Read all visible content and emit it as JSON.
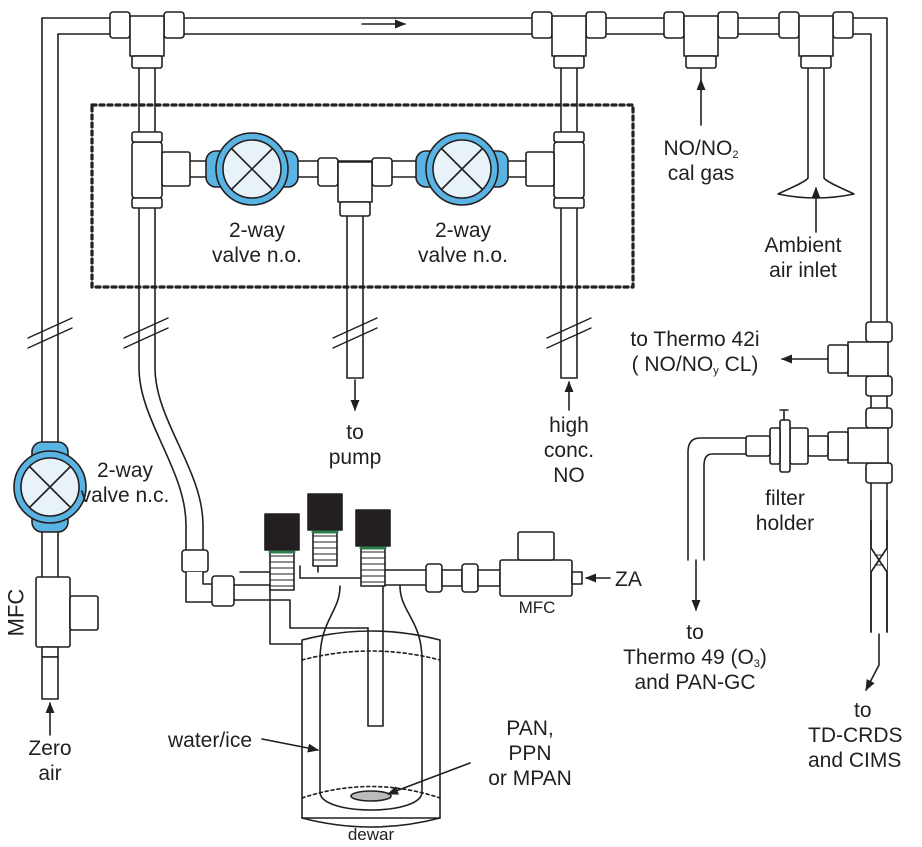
{
  "labels": {
    "valve_left_l1": "2-way",
    "valve_left_l2": "valve n.o.",
    "valve_right_l1": "2-way",
    "valve_right_l2": "valve n.o.",
    "valve_nc_l1": "2-way",
    "valve_nc_l2": "valve n.c.",
    "mfc_left": "MFC",
    "mfc_right": "MFC",
    "zero_air_l1": "Zero",
    "zero_air_l2": "air",
    "to_pump_l1": "to",
    "to_pump_l2": "pump",
    "high_no_l1": "high",
    "high_no_l2": "conc.",
    "high_no_l3": "NO",
    "cal_gas_l1_main": "NO/NO",
    "cal_gas_l1_sub": "2",
    "cal_gas_l2": "cal gas",
    "ambient_l1": "Ambient",
    "ambient_l2": "air inlet",
    "thermo42_l1": "to Thermo 42i",
    "thermo42_l2_a": "( NO/NO",
    "thermo42_l2_sub": "y",
    "thermo42_l2_b": " CL)",
    "filter_l1": "filter",
    "filter_l2": "holder",
    "za": "ZA",
    "thermo49_l1": "to",
    "thermo49_l2_a": "Thermo 49 (O",
    "thermo49_l2_sub": "3",
    "thermo49_l2_b": ")",
    "thermo49_l3": "and PAN-GC",
    "tdcrds_l1": "to",
    "tdcrds_l2": "TD-CRDS",
    "tdcrds_l3": "and CIMS",
    "water_ice": "water/ice",
    "pan_l1": "PAN,",
    "pan_l2": "PPN",
    "pan_l3": "or MPAN",
    "dewar": "dewar"
  },
  "colors": {
    "line": "#231f20",
    "valve_blue": "#5ab4e3",
    "valve_face": "#e8f3f9",
    "black_cap": "#231f20",
    "green_band": "#2e7d4f",
    "residue": "#bcbcbc"
  }
}
